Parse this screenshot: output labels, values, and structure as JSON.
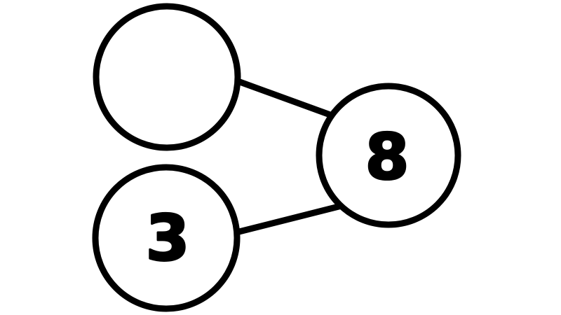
{
  "diagram": {
    "type": "number-bond",
    "background_color": "#ffffff",
    "stroke_color": "#000000",
    "whole": {
      "value": "8"
    },
    "parts": [
      {
        "value": ""
      },
      {
        "value": "3"
      }
    ]
  }
}
